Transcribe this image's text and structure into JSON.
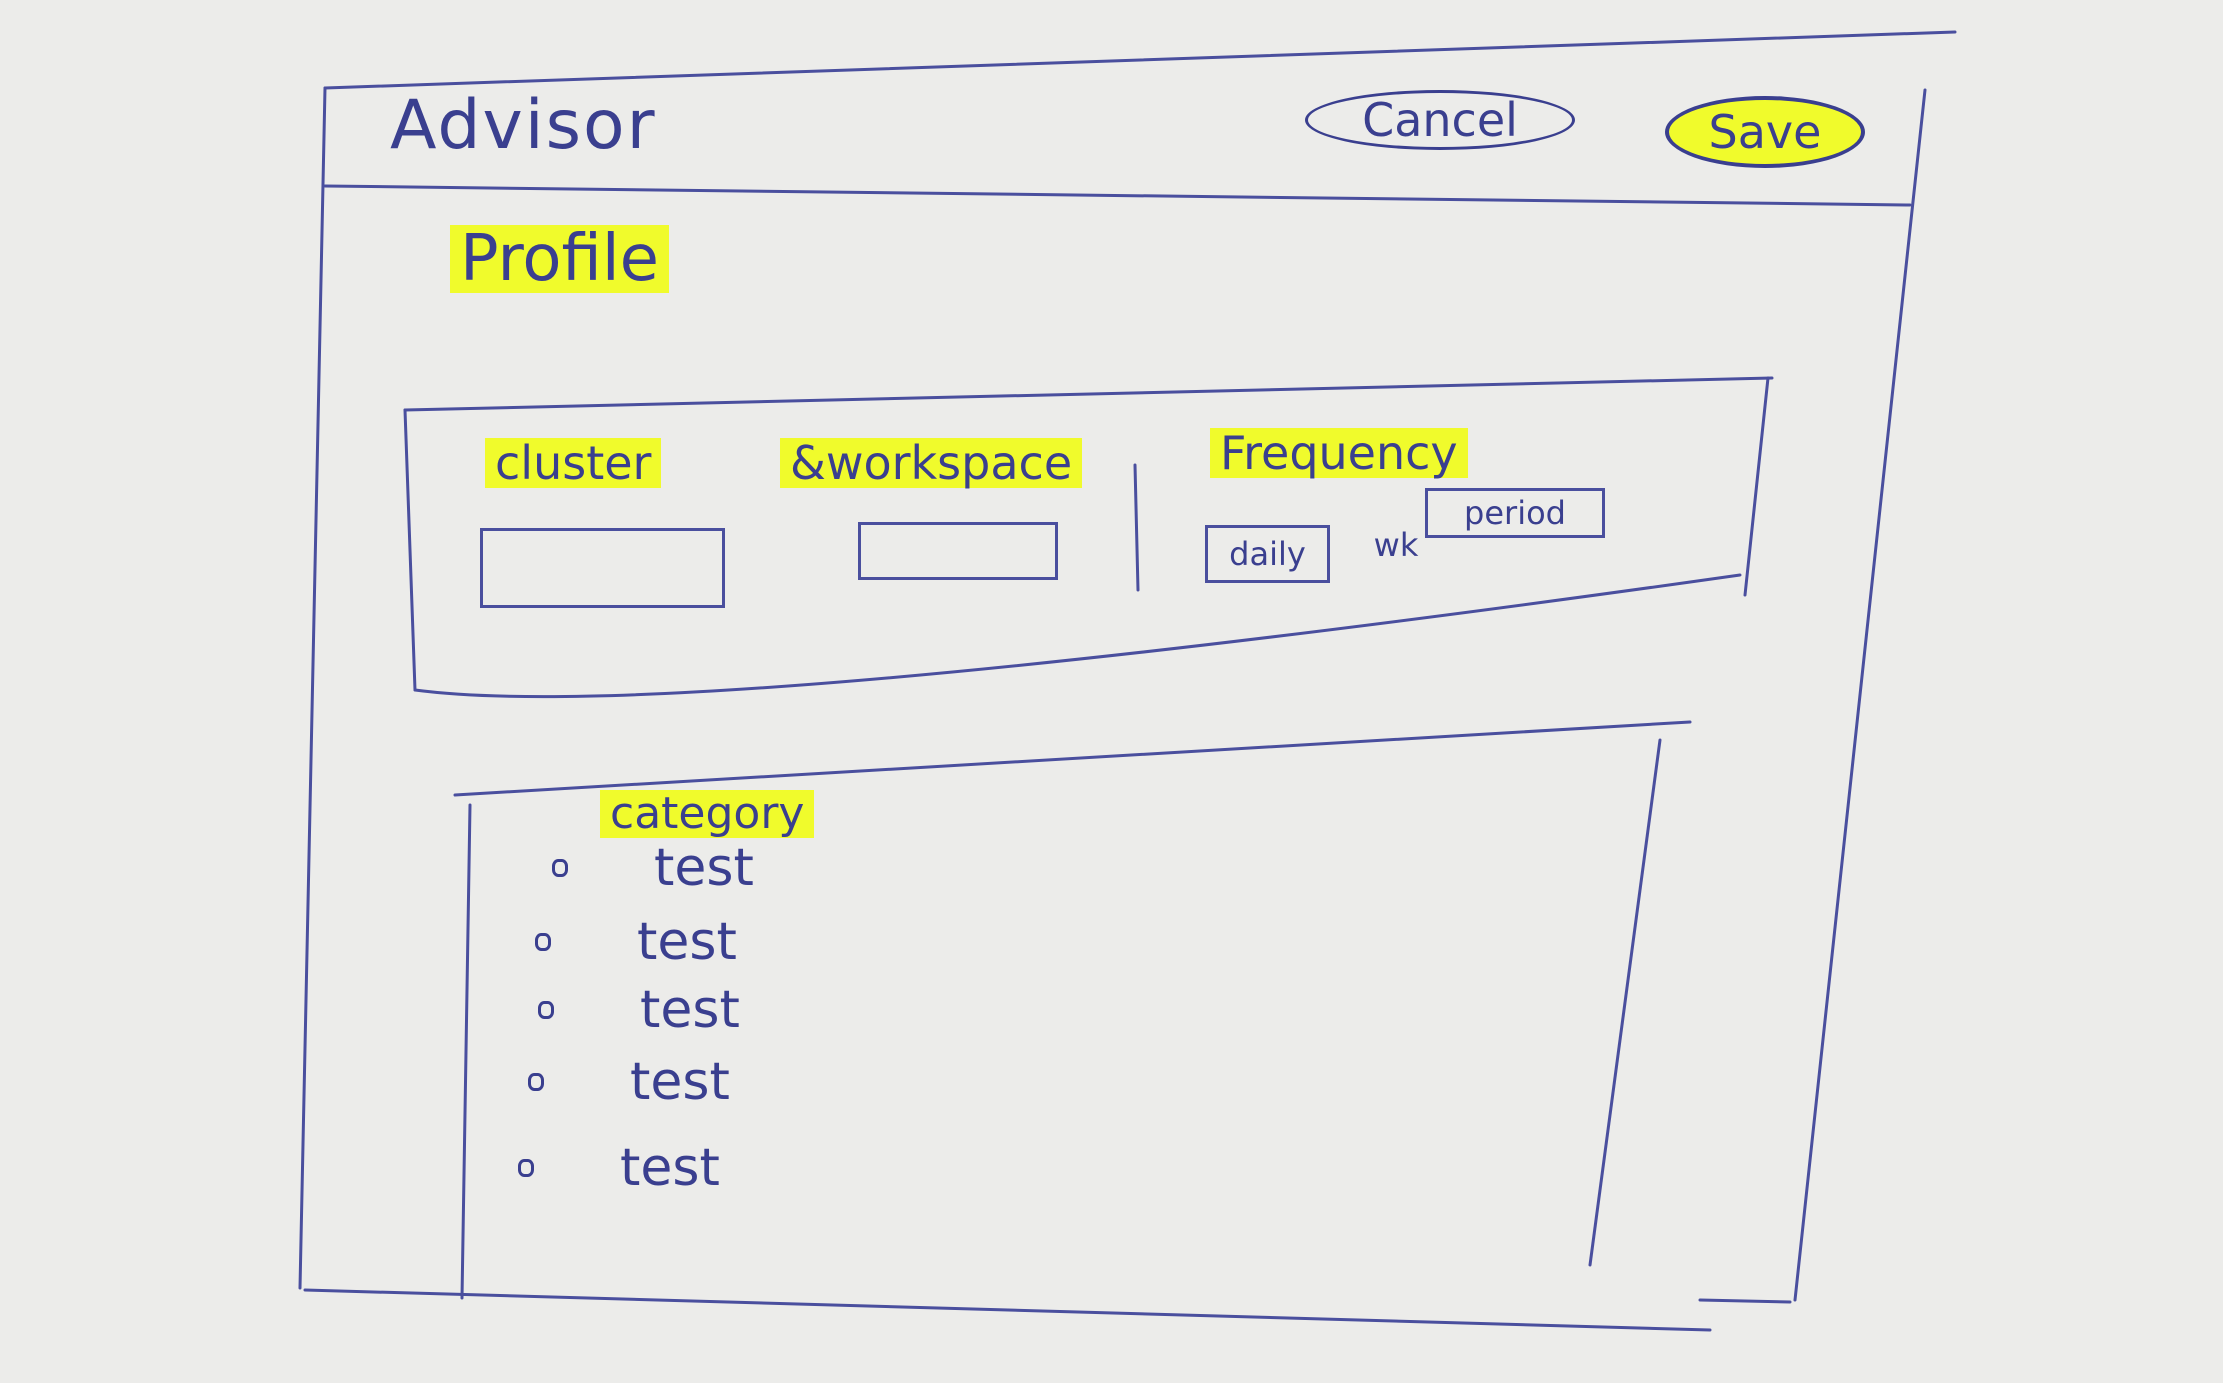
{
  "header": {
    "app_title": "Advisor",
    "cancel_label": "Cancel",
    "save_label": "Save"
  },
  "page": {
    "title": "Profile"
  },
  "filters": {
    "cluster_label": "cluster",
    "workspace_label": "&workspace",
    "frequency_label": "Frequency",
    "frequency_options": [
      "daily",
      "wk",
      "period"
    ]
  },
  "category": {
    "title": "category",
    "items": [
      "test",
      "test",
      "test",
      "test",
      "test"
    ]
  },
  "colors": {
    "ink": "#3a3f8f",
    "highlight": "#f0fb2c",
    "paper": "#ececea"
  }
}
